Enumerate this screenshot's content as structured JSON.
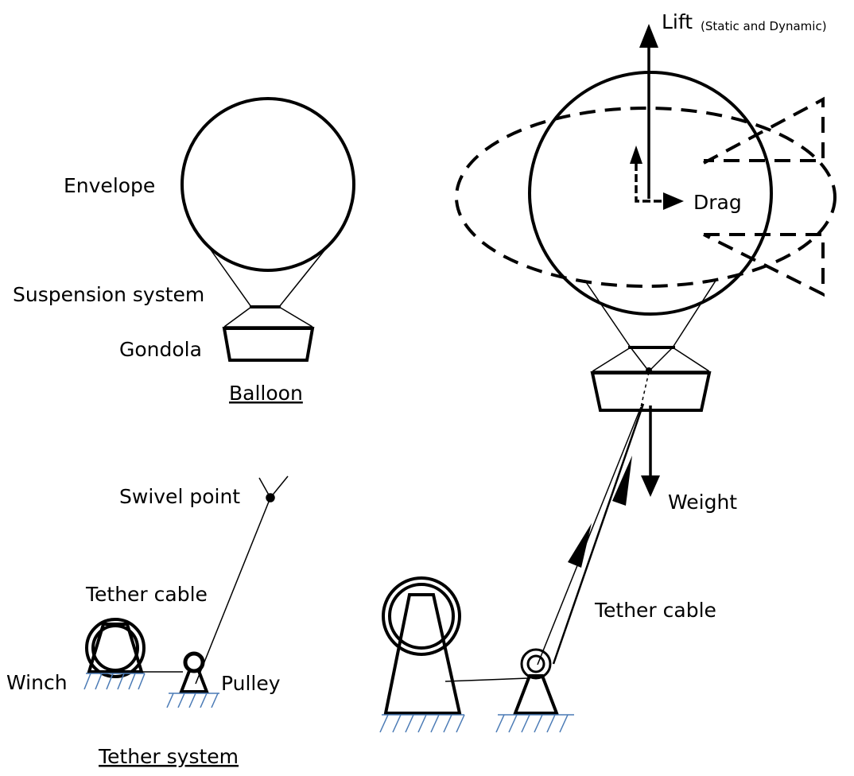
{
  "balloon_labels": {
    "envelope": "Envelope",
    "suspension": "Suspension system",
    "gondola": "Gondola",
    "caption": "Balloon"
  },
  "tether_labels": {
    "swivel": "Swivel point",
    "cable": "Tether cable",
    "winch": "Winch",
    "pulley": "Pulley",
    "caption": "Tether system"
  },
  "force_labels": {
    "lift": "Lift",
    "lift_note": "(Static and Dynamic)",
    "drag": "Drag",
    "weight": "Weight",
    "cable": "Tether cable"
  },
  "colors": {
    "line": "#000000",
    "ground_hatch": "#4a7ab5"
  }
}
